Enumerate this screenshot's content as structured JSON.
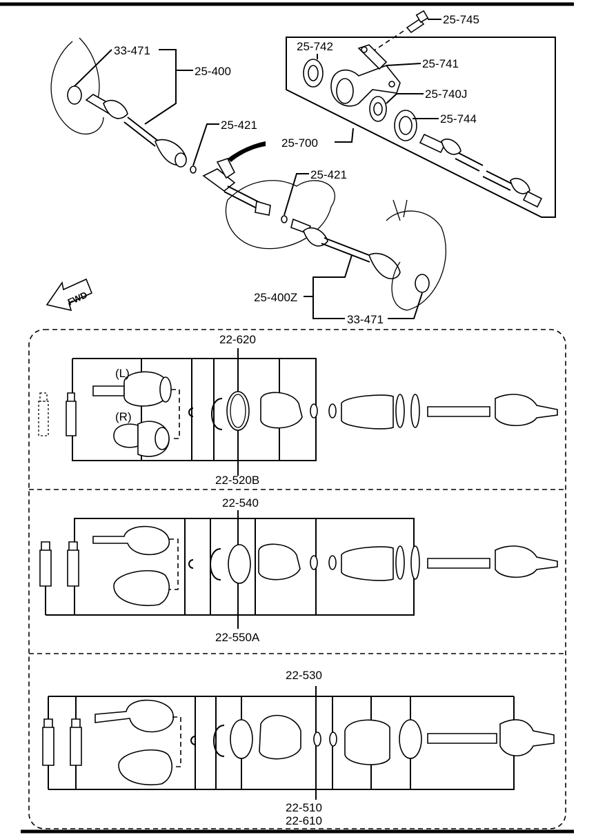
{
  "top_labels": {
    "l33471a": "33-471",
    "l25400": "25-400",
    "l25421a": "25-421",
    "l25421b": "25-421",
    "l25700": "25-700",
    "l25400z": "25-400Z",
    "l33471b": "33-471",
    "l25745": "25-745",
    "l25742": "25-742",
    "l25741": "25-741",
    "l25740j": "25-740J",
    "l25744": "25-744",
    "fwd": "FWD"
  },
  "panel1": {
    "top": "22-620",
    "bottom": "22-520B",
    "left_tag": "(L)",
    "right_tag": "(R)"
  },
  "panel2": {
    "top": "22-540",
    "bottom": "22-550A"
  },
  "panel3": {
    "top": "22-530",
    "bottom1": "22-510",
    "bottom2": "22-610"
  }
}
